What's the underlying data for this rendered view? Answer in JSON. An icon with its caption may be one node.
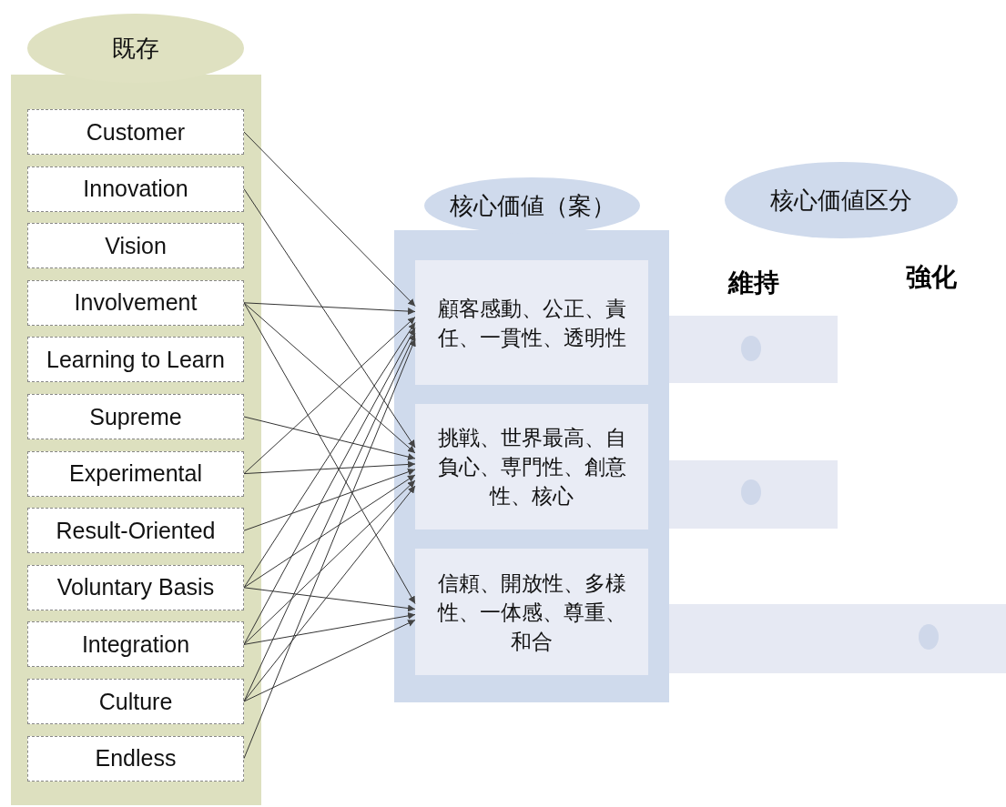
{
  "diagram": {
    "nodes": [
      {
        "text": [
          "既存"
        ]
      },
      {
        "text": [
          "Customer"
        ],
        "in": 0
      },
      {
        "text": [
          "Innovation"
        ],
        "in": 0
      },
      {
        "text": [
          "Vision"
        ],
        "in": 0
      },
      {
        "text": [
          "Involvement"
        ],
        "in": 0
      },
      {
        "text": [
          "Learning to Learn"
        ],
        "in": 0
      },
      {
        "text": [
          "Supreme"
        ],
        "in": 0
      },
      {
        "text": [
          "Experimental"
        ],
        "in": 0
      },
      {
        "text": [
          "Result-Oriented"
        ],
        "in": 0
      },
      {
        "text": [
          "Voluntary Basis"
        ],
        "in": 0
      },
      {
        "text": [
          "Integration"
        ],
        "in": 0
      },
      {
        "text": [
          "Culture"
        ],
        "in": 0
      },
      {
        "text": [
          "Endless"
        ],
        "in": 0
      },
      {
        "text": [
          "核心価値（案）"
        ]
      },
      {
        "text": [
          "顧客感動、公正、責任、一貫性、透明性"
        ],
        "in": 13
      },
      {
        "text": [
          "挑戦、世界最高、自負心、専門性、創意性、核心"
        ],
        "in": 13
      },
      {
        "text": [
          "信頼、開放性、多様性、一体感、尊重、和合"
        ],
        "in": 13
      },
      {
        "text": [
          "核心価値区分"
        ]
      }
    ],
    "edges": [
      {
        "from": 1,
        "to": 14,
        "arrow": "to"
      },
      {
        "from": 2,
        "to": 15,
        "arrow": "to"
      },
      {
        "from": 4,
        "to": 14,
        "arrow": "to"
      },
      {
        "from": 4,
        "to": 15,
        "arrow": "to"
      },
      {
        "from": 4,
        "to": 16,
        "arrow": "to"
      },
      {
        "from": 6,
        "to": 15,
        "arrow": "to"
      },
      {
        "from": 7,
        "to": 14,
        "arrow": "to"
      },
      {
        "from": 7,
        "to": 15,
        "arrow": "to"
      },
      {
        "from": 8,
        "to": 15,
        "arrow": "to"
      },
      {
        "from": 9,
        "to": 14,
        "arrow": "to"
      },
      {
        "from": 9,
        "to": 15,
        "arrow": "to"
      },
      {
        "from": 9,
        "to": 16,
        "arrow": "to"
      },
      {
        "from": 10,
        "to": 14,
        "arrow": "to"
      },
      {
        "from": 10,
        "to": 15,
        "arrow": "to"
      },
      {
        "from": 10,
        "to": 16,
        "arrow": "to"
      },
      {
        "from": 11,
        "to": 14,
        "arrow": "to"
      },
      {
        "from": 11,
        "to": 15,
        "arrow": "to"
      },
      {
        "from": 11,
        "to": 16,
        "arrow": "to"
      },
      {
        "from": 12,
        "to": 14,
        "arrow": "to"
      }
    ],
    "labels": [
      "維持",
      "強化"
    ]
  }
}
